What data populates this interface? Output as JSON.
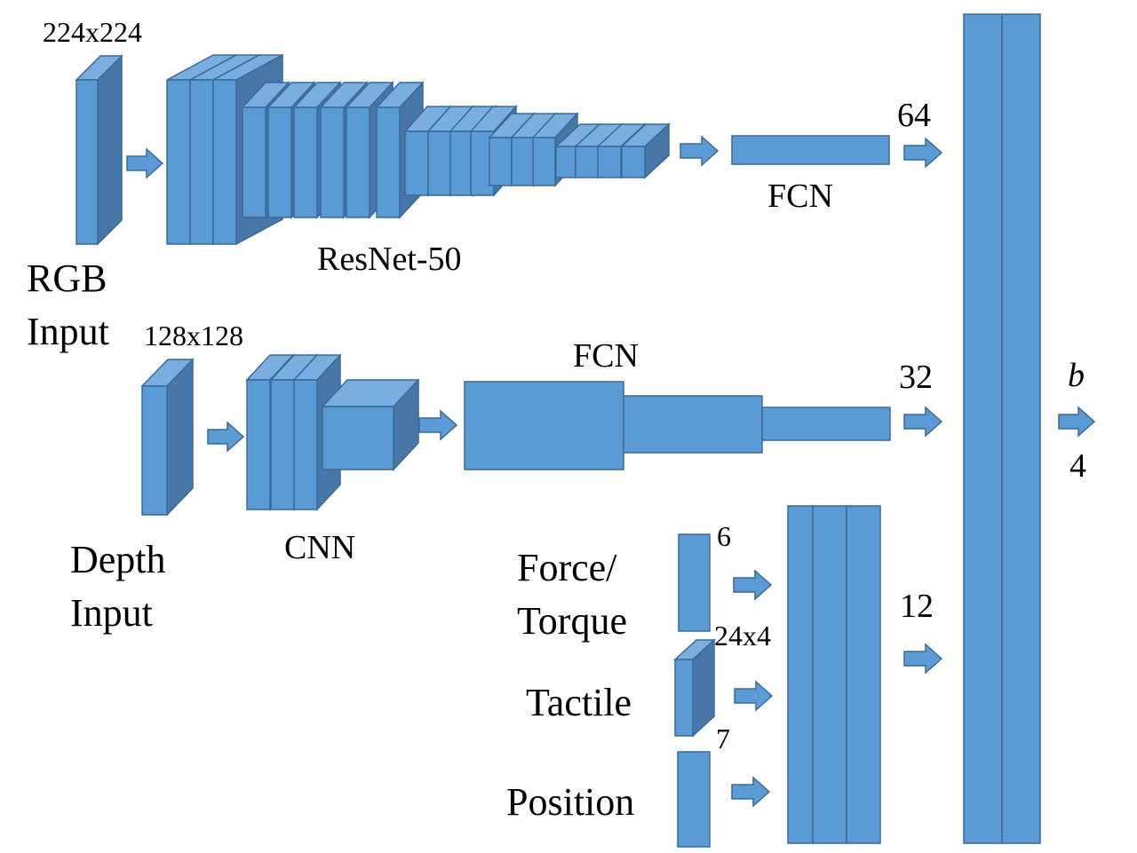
{
  "labels": {
    "rgb_size": "224x224",
    "rgb_line1": "RGB",
    "rgb_line2": "Input",
    "resnet": "ResNet-50",
    "fcn_top": "FCN",
    "dim_64": "64",
    "depth_size": "128x128",
    "depth_line1": "Depth",
    "depth_line2": "Input",
    "cnn": "CNN",
    "fcn_mid": "FCN",
    "dim_32": "32",
    "force_line1": "Force/",
    "force_line2": "Torque",
    "force_dim": "6",
    "tactile": "Tactile",
    "tactile_dim": "24x4",
    "position": "Position",
    "position_dim": "7",
    "dim_12": "12",
    "output_symbol": "b",
    "output_dim": "4"
  },
  "colors": {
    "face": "#5b9bd5",
    "side": "#4677a6",
    "top": "#7aaee0",
    "stroke": "#3a6a99"
  }
}
